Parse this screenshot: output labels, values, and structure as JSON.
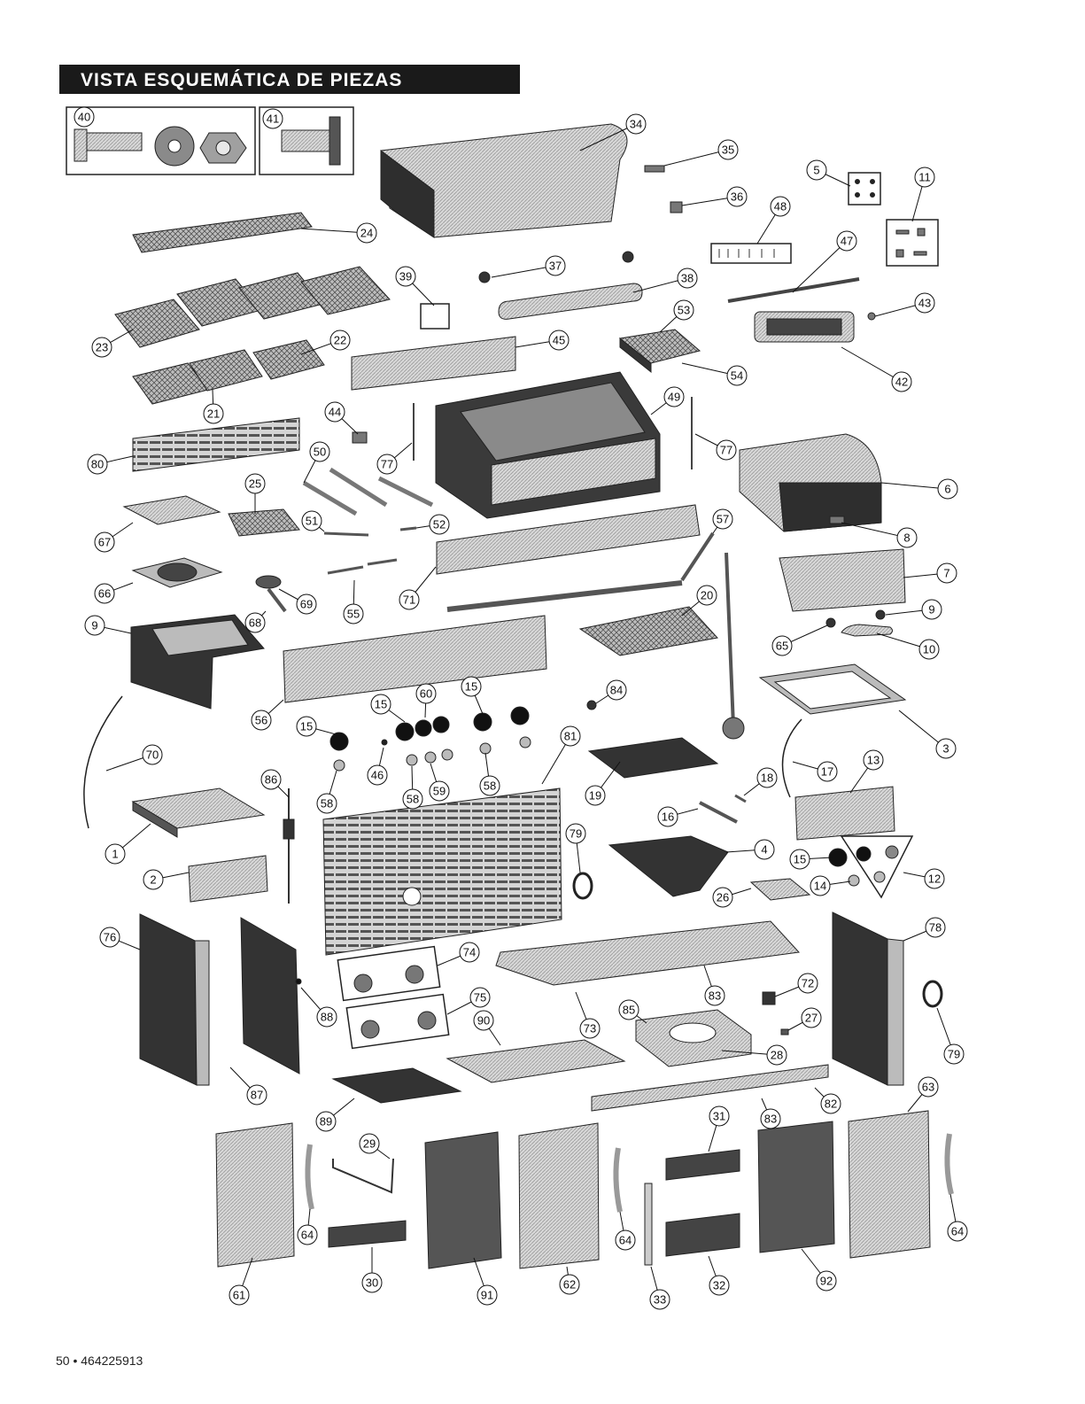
{
  "header": {
    "title": "VISTA ESQUEMÁTICA DE PIEZAS"
  },
  "footer": {
    "page_label": "50 • 464225913"
  },
  "colors": {
    "title_bg": "#1a1a1a",
    "title_text": "#ffffff",
    "part_fill": "#cfcfcf",
    "part_dark": "#3a3a3a",
    "line": "#111111"
  },
  "callouts": [
    {
      "label": "40"
    },
    {
      "label": "41"
    },
    {
      "label": "34"
    },
    {
      "label": "35"
    },
    {
      "label": "36"
    },
    {
      "label": "5"
    },
    {
      "label": "11"
    },
    {
      "label": "48"
    },
    {
      "label": "24"
    },
    {
      "label": "47"
    },
    {
      "label": "37"
    },
    {
      "label": "38"
    },
    {
      "label": "39"
    },
    {
      "label": "43"
    },
    {
      "label": "53"
    },
    {
      "label": "22"
    },
    {
      "label": "23"
    },
    {
      "label": "45"
    },
    {
      "label": "54"
    },
    {
      "label": "42"
    },
    {
      "label": "21"
    },
    {
      "label": "49"
    },
    {
      "label": "44"
    },
    {
      "label": "77"
    },
    {
      "label": "77"
    },
    {
      "label": "80"
    },
    {
      "label": "50"
    },
    {
      "label": "6"
    },
    {
      "label": "25"
    },
    {
      "label": "67"
    },
    {
      "label": "51"
    },
    {
      "label": "52"
    },
    {
      "label": "57"
    },
    {
      "label": "8"
    },
    {
      "label": "66"
    },
    {
      "label": "7"
    },
    {
      "label": "69"
    },
    {
      "label": "71"
    },
    {
      "label": "68"
    },
    {
      "label": "55"
    },
    {
      "label": "20"
    },
    {
      "label": "9"
    },
    {
      "label": "65"
    },
    {
      "label": "9"
    },
    {
      "label": "10"
    },
    {
      "label": "15"
    },
    {
      "label": "60"
    },
    {
      "label": "84"
    },
    {
      "label": "56"
    },
    {
      "label": "15"
    },
    {
      "label": "15"
    },
    {
      "label": "3"
    },
    {
      "label": "81"
    },
    {
      "label": "70"
    },
    {
      "label": "13"
    },
    {
      "label": "86"
    },
    {
      "label": "46"
    },
    {
      "label": "58"
    },
    {
      "label": "59"
    },
    {
      "label": "17"
    },
    {
      "label": "58"
    },
    {
      "label": "58"
    },
    {
      "label": "19"
    },
    {
      "label": "18"
    },
    {
      "label": "16"
    },
    {
      "label": "79"
    },
    {
      "label": "4"
    },
    {
      "label": "15"
    },
    {
      "label": "12"
    },
    {
      "label": "1"
    },
    {
      "label": "2"
    },
    {
      "label": "26"
    },
    {
      "label": "14"
    },
    {
      "label": "76"
    },
    {
      "label": "78"
    },
    {
      "label": "74"
    },
    {
      "label": "88"
    },
    {
      "label": "83"
    },
    {
      "label": "72"
    },
    {
      "label": "75"
    },
    {
      "label": "90"
    },
    {
      "label": "85"
    },
    {
      "label": "27"
    },
    {
      "label": "73"
    },
    {
      "label": "28"
    },
    {
      "label": "79"
    },
    {
      "label": "87"
    },
    {
      "label": "82"
    },
    {
      "label": "63"
    },
    {
      "label": "89"
    },
    {
      "label": "83"
    },
    {
      "label": "29"
    },
    {
      "label": "31"
    },
    {
      "label": "64"
    },
    {
      "label": "64"
    },
    {
      "label": "64"
    },
    {
      "label": "61"
    },
    {
      "label": "30"
    },
    {
      "label": "91"
    },
    {
      "label": "62"
    },
    {
      "label": "33"
    },
    {
      "label": "32"
    },
    {
      "label": "92"
    }
  ]
}
